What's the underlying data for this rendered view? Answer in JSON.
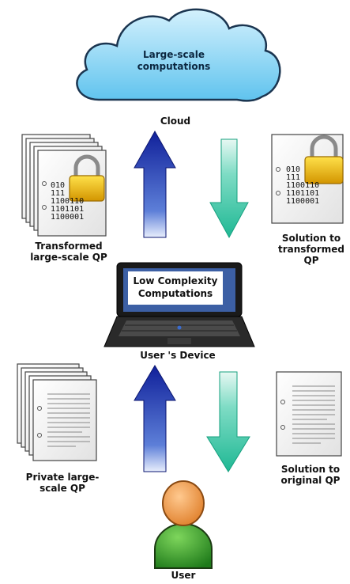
{
  "cloud": {
    "text_line1": "Large-scale",
    "text_line2": "computations",
    "label": "Cloud"
  },
  "transformed_qp": {
    "label_line1": "Transformed",
    "label_line2": "large-scale QP",
    "binary": [
      "010",
      "111",
      "1100110",
      "1101101",
      "1100001"
    ]
  },
  "solution_transformed": {
    "label_line1": "Solution to",
    "label_line2": "transformed",
    "label_line3": "QP",
    "binary": [
      "010",
      "111",
      "1100110",
      "1101101",
      "1100001"
    ]
  },
  "device": {
    "screen_line1": "Low Complexity",
    "screen_line2": "Computations",
    "label": "User 's Device"
  },
  "private_qp": {
    "label_line1": "Private large-",
    "label_line2": "scale QP"
  },
  "solution_original": {
    "label_line1": "Solution to",
    "label_line2": "original QP"
  },
  "user": {
    "label": "User"
  },
  "colors": {
    "up_arrow": "#1a2a9c",
    "down_arrow": "#2bbf9a",
    "cloud": "#7fd0f2",
    "lock": "#e8b400",
    "user_head": "#f0a050",
    "user_body": "#2e9a2a"
  },
  "icons": [
    "cloud-icon",
    "document-stack-icon",
    "lock-icon",
    "laptop-icon",
    "person-icon",
    "up-arrow-icon",
    "down-arrow-icon"
  ]
}
